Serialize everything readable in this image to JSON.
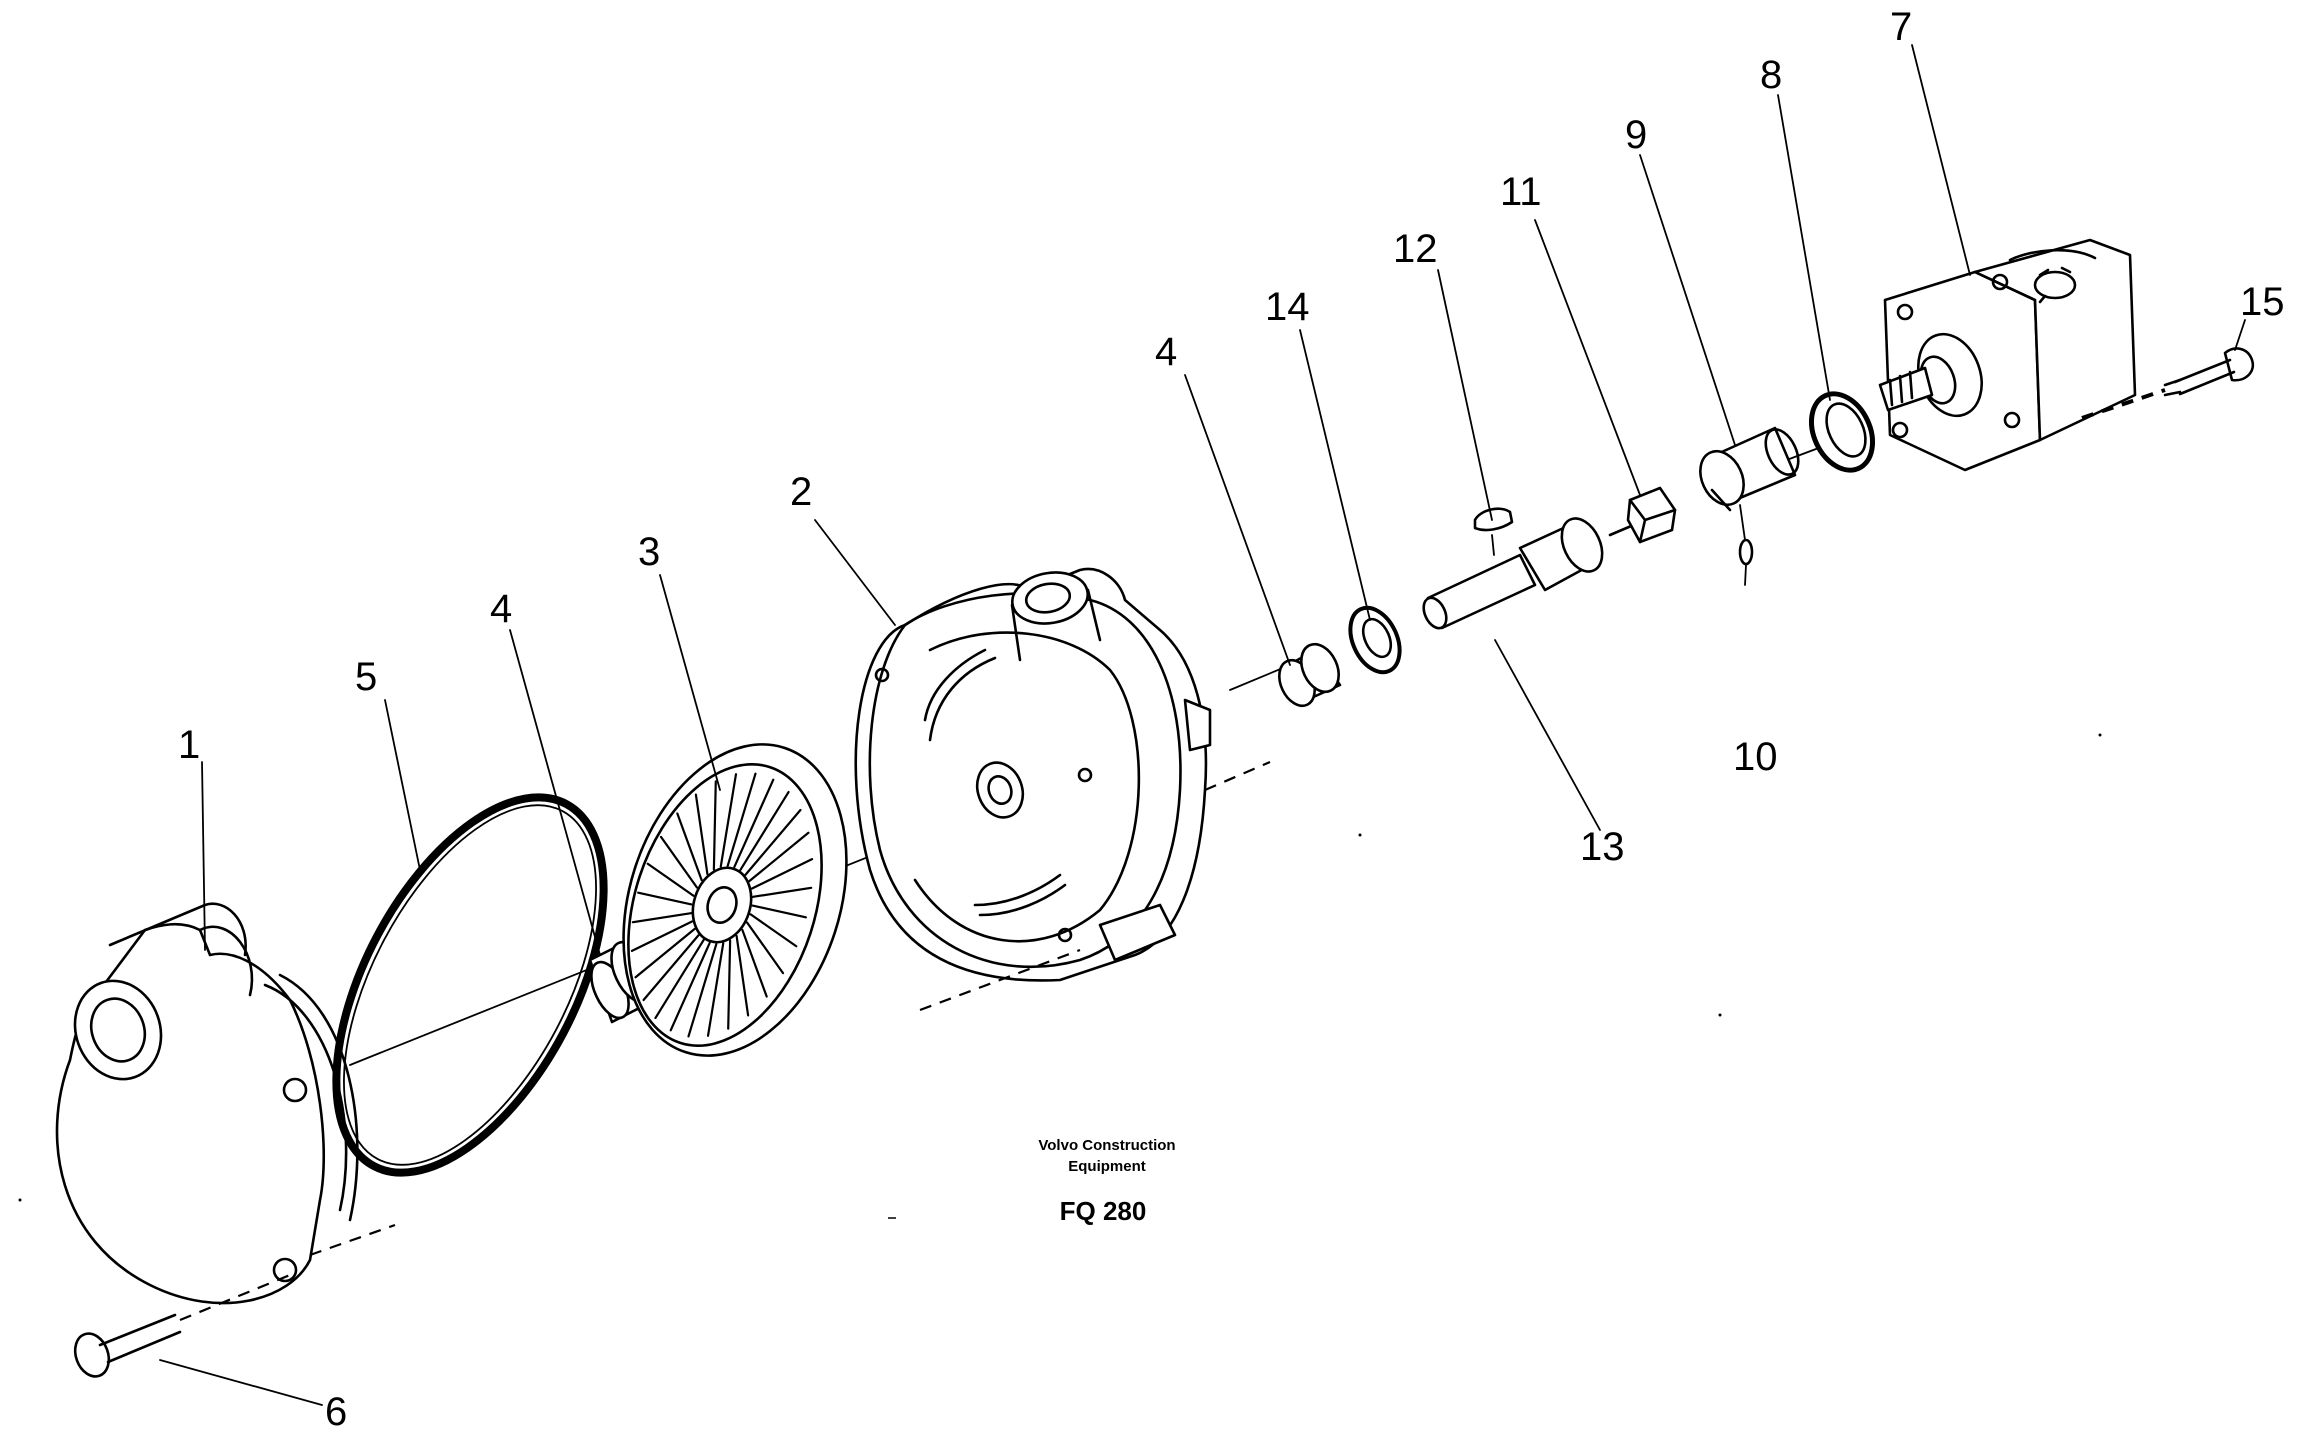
{
  "caption": {
    "line1": "Volvo Construction",
    "line2": "Equipment",
    "code": "FQ 280"
  },
  "labels": {
    "n1": "1",
    "n2": "2",
    "n3": "3",
    "n4a": "4",
    "n4b": "4",
    "n5": "5",
    "n6": "6",
    "n7": "7",
    "n8": "8",
    "n9": "9",
    "n10": "10",
    "n11": "11",
    "n12": "12",
    "n13": "13",
    "n14": "14",
    "n15": "15"
  }
}
